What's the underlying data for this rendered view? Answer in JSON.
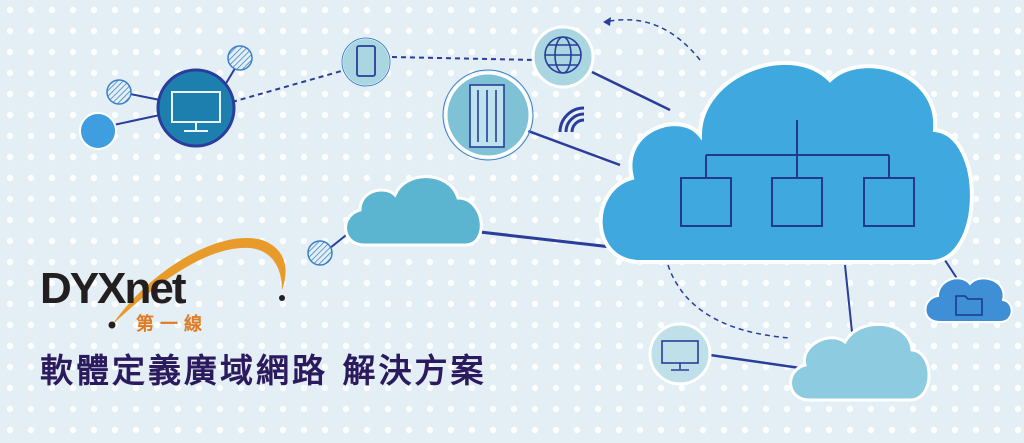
{
  "logo": {
    "brand": "DYXnet",
    "brand_display": "DYXnet",
    "subtitle": "第一線"
  },
  "title": "軟體定義廣域網路 解決方案",
  "colors": {
    "background": "#e3eff5",
    "cloud_main": "#3fa9df",
    "line": "#2a3d9a",
    "logo_orange": "#e07b22",
    "title": "#2b1b5e"
  }
}
